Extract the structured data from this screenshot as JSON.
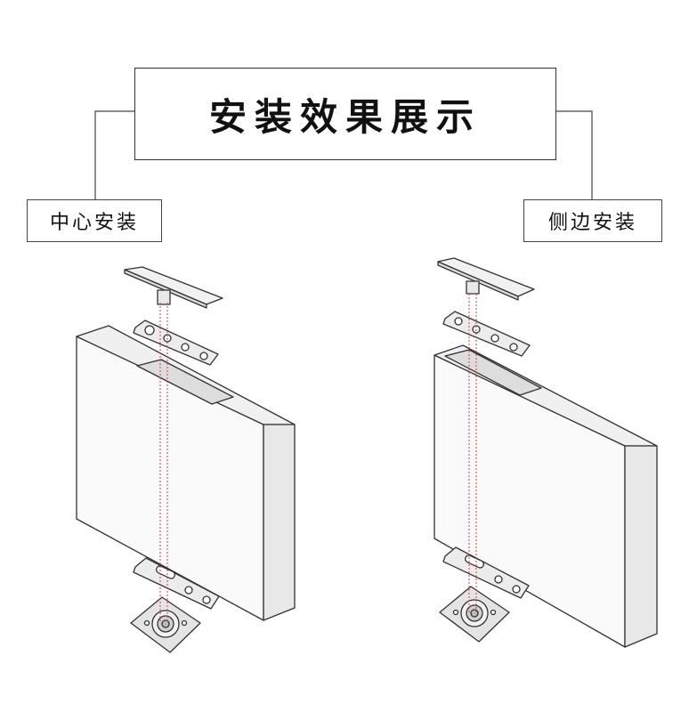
{
  "title": "安装效果展示",
  "labels": {
    "left": "中心安装",
    "right": "侧边安装"
  },
  "colors": {
    "line": "#333333",
    "guide": "#d04040",
    "panel_face": "#f7f7f7",
    "panel_side": "#ececec",
    "hardware": "#e6e6e6"
  }
}
